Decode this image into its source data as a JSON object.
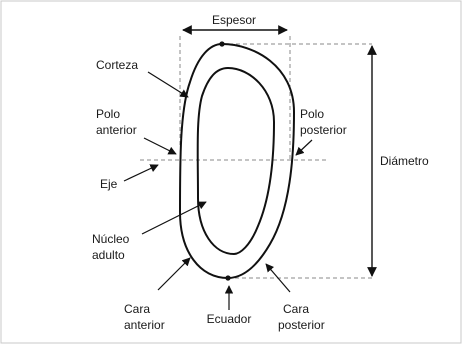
{
  "labels": {
    "espesor": "Espesor",
    "corteza": "Corteza",
    "polo_anterior_1": "Polo",
    "polo_anterior_2": "anterior",
    "polo_posterior_1": "Polo",
    "polo_posterior_2": "posterior",
    "eje": "Eje",
    "diametro": "Diámetro",
    "nucleo_1": "Núcleo",
    "nucleo_2": "adulto",
    "cara_anterior_1": "Cara",
    "cara_anterior_2": "anterior",
    "ecuador": "Ecuador",
    "cara_posterior_1": "Cara",
    "cara_posterior_2": "posterior"
  },
  "colors": {
    "stroke": "#111111",
    "guide": "#8a8a8a",
    "frame": "#c8c8c8"
  }
}
